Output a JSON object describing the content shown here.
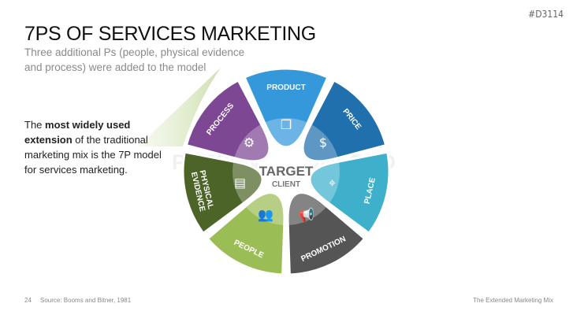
{
  "header": {
    "code": "#D3114",
    "title": "7PS OF SERVICES MARKETING",
    "subtitle": "Three additional Ps (people, physical evidence and process) were added to the model"
  },
  "body": {
    "prefix": "The ",
    "bold": "most widely used extension",
    "suffix": " of the traditional marketing mix is the 7P model for services marketing."
  },
  "watermark": "PRESENTATIONLOAD",
  "center": {
    "line1": "TARGET",
    "line2": "CLIENT"
  },
  "segments": [
    {
      "label": "PRODUCT",
      "color": "#3498db",
      "icon": "box-icon"
    },
    {
      "label": "PRICE",
      "color": "#2070ad",
      "icon": "price-tag-icon"
    },
    {
      "label": "PLACE",
      "color": "#3fb0cc",
      "icon": "location-pin-icon"
    },
    {
      "label": "PROMOTION",
      "color": "#555555",
      "icon": "megaphone-icon"
    },
    {
      "label": "PEOPLE",
      "color": "#9bbd55",
      "icon": "people-icon"
    },
    {
      "label": "PHYSICAL EVIDENCE",
      "color": "#4d6428",
      "icon": "storefront-icon"
    },
    {
      "label": "PROCESS",
      "color": "#7d4794",
      "icon": "gear-cycle-icon"
    }
  ],
  "footer": {
    "page": "24",
    "source": "Source: Booms and Bitner, 1981",
    "title": "The Extended Marketing Mix"
  }
}
